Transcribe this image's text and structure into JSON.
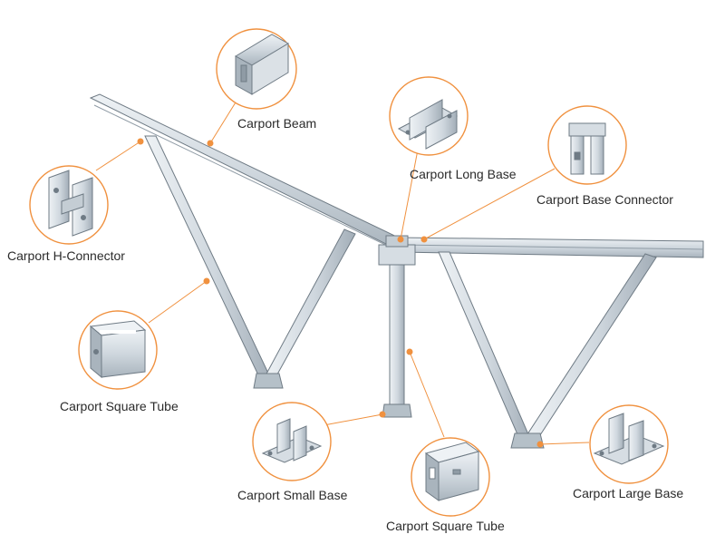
{
  "colors": {
    "accent": "#f0913f",
    "metal_light": "#e9eef2",
    "metal_mid": "#c9d2d9",
    "metal_dark": "#9aa6b0",
    "outline": "#6f7b85"
  },
  "callouts": [
    {
      "id": "beam",
      "label": "Carport Beam",
      "icon": "beam-profile-icon"
    },
    {
      "id": "long-base",
      "label": "Carport Long Base",
      "icon": "long-base-icon"
    },
    {
      "id": "base-connector",
      "label": "Carport Base Connector",
      "icon": "base-connector-icon"
    },
    {
      "id": "h-connector",
      "label": "Carport H-Connector",
      "icon": "h-connector-icon"
    },
    {
      "id": "square-tube-left",
      "label": "Carport Square Tube",
      "icon": "square-tube-icon"
    },
    {
      "id": "small-base",
      "label": "Carport Small Base",
      "icon": "small-base-icon"
    },
    {
      "id": "square-tube-bottom",
      "label": "Carport Square Tube",
      "icon": "square-tube-icon"
    },
    {
      "id": "large-base",
      "label": "Carport Large Base",
      "icon": "large-base-icon"
    }
  ]
}
